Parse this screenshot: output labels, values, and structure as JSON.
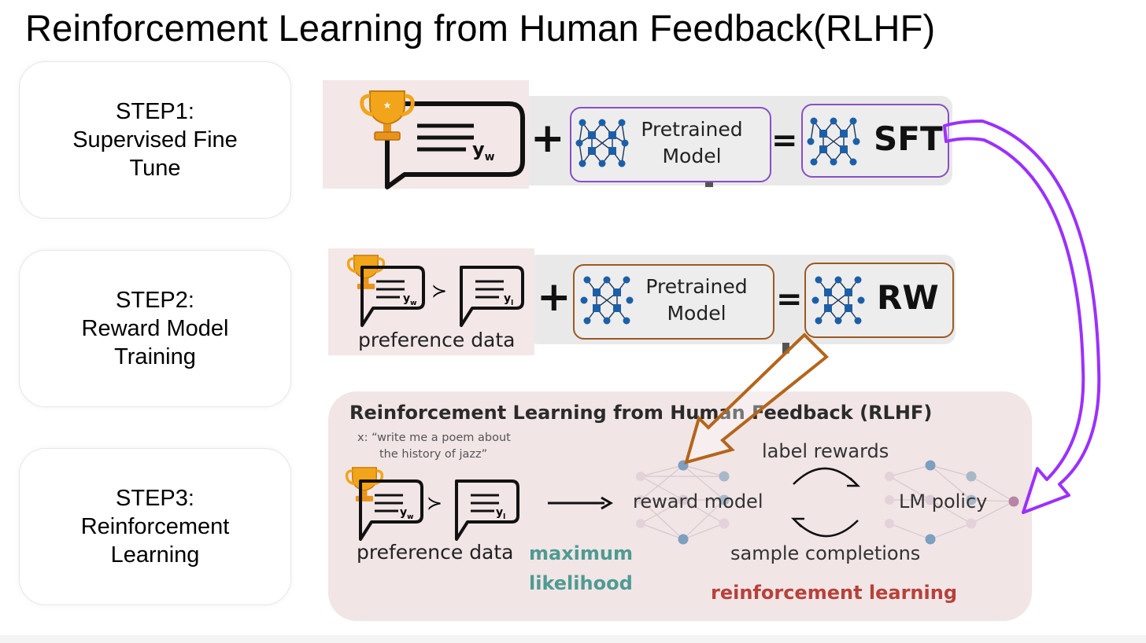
{
  "title": "Reinforcement Learning from Human Feedback(RLHF)",
  "steps": [
    {
      "lines": [
        "STEP1:",
        "Supervised Fine",
        "Tune"
      ]
    },
    {
      "lines": [
        "STEP2:",
        "Reward Model",
        "Training"
      ]
    },
    {
      "lines": [
        "STEP3:",
        "Reinforcement",
        "Learning"
      ]
    }
  ],
  "step1_panel": {
    "plus": "+",
    "pretrained": [
      "Pretrained",
      "Model"
    ],
    "equals": "=",
    "result": "SFT",
    "yw": "y",
    "yw_sub": "w"
  },
  "step2_panel": {
    "plus": "+",
    "pretrained": [
      "Pretrained",
      "Model"
    ],
    "equals": "=",
    "result": "RW",
    "pref": "preference data",
    "gt": "≻",
    "yw": "y",
    "yw_sub": "w",
    "yl": "y",
    "yl_sub": "l"
  },
  "step3_panel": {
    "title": "Reinforcement Learning from Human Feedback (RLHF)",
    "prompt_line1": "x: “write me a poem about",
    "prompt_line2": "the history of jazz”",
    "pref": "preference data",
    "gt": "≻",
    "yw": "y",
    "yw_sub": "w",
    "yl": "y",
    "yl_sub": "l",
    "reward_model": "reward model",
    "lm_policy": "LM policy",
    "label_rewards": "label rewards",
    "sample_completions": "sample completions",
    "maximum": "maximum",
    "likelihood": "likelihood",
    "rl": "reinforcement learning"
  },
  "colors": {
    "purple_accent": "#9b30ff",
    "brown_accent": "#b3651b",
    "teal": "#4e9b92",
    "red": "#b7413a",
    "trophy": "#f2a51a"
  }
}
